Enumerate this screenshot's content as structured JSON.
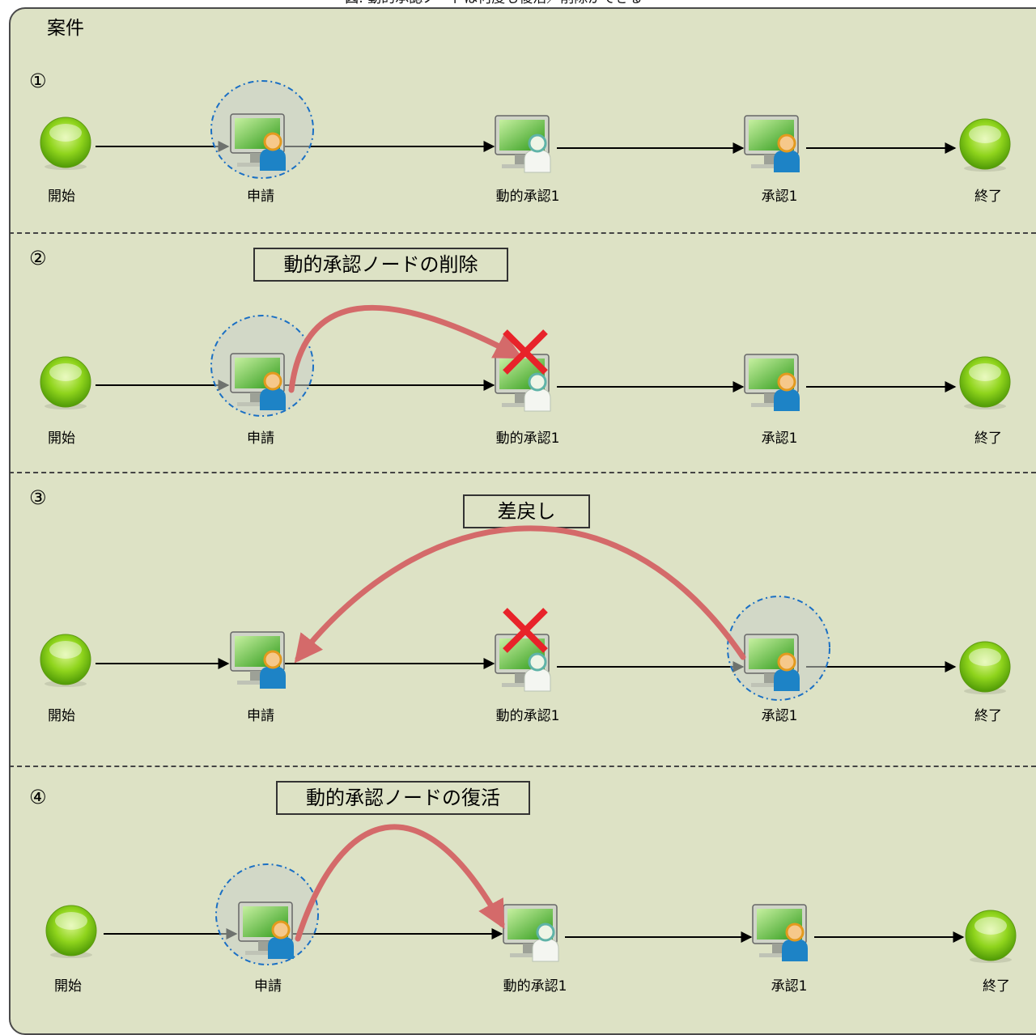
{
  "caption": "図: 動的承認ノードは何度も復活／削除ができる",
  "case_title": "案件",
  "panels": [
    {
      "number": "①",
      "annotation": "",
      "nodes": [
        "開始",
        "申請",
        "動的承認1",
        "承認1",
        "終了"
      ]
    },
    {
      "number": "②",
      "annotation": "動的承認ノードの削除",
      "nodes": [
        "開始",
        "申請",
        "動的承認1",
        "承認1",
        "終了"
      ]
    },
    {
      "number": "③",
      "annotation": "差戻し",
      "nodes": [
        "開始",
        "申請",
        "動的承認1",
        "承認1",
        "終了"
      ]
    },
    {
      "number": "④",
      "annotation": "動的承認ノードの復活",
      "nodes": [
        "開始",
        "申請",
        "動的承認1",
        "承認1",
        "終了"
      ]
    }
  ],
  "colors": {
    "background": "#dde2c5",
    "curve_arrow": "#d46a6a",
    "delete_mark": "#e8232a",
    "highlight": "#1a6fc4",
    "node_green": "#7ec812"
  }
}
